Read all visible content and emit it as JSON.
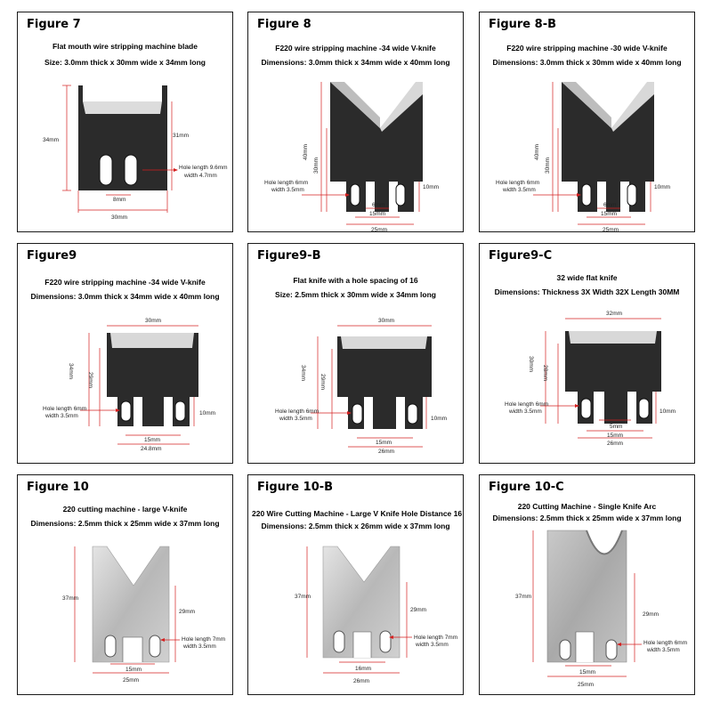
{
  "panels": [
    {
      "label": "Figure 7",
      "caption1": "Flat mouth wire stripping machine blade",
      "caption2": "Size: 3.0mm thick x 30mm wide x 34mm long",
      "dims": {
        "height": "34mm",
        "inner": "31mm",
        "holes": "Hole length 9.6mm",
        "holes2": "width 4.7mm",
        "spacing": "8mm",
        "width": "30mm"
      }
    },
    {
      "label": "Figure 8",
      "caption1": "F220 wire stripping machine -34 wide V-knife",
      "caption2": "Dimensions: 3.0mm thick x 34mm wide x 40mm long",
      "dims": {
        "height": "40mm",
        "inner": "30mm",
        "holes": "Hole length 6mm",
        "holes2": "width 3.5mm",
        "side": "10mm",
        "spacing": "6mm",
        "mid": "15mm",
        "width": "25mm"
      }
    },
    {
      "label": "Figure 8-B",
      "caption1": "F220 wire stripping machine -30 wide V-knife",
      "caption2": "Dimensions: 3.0mm thick x 30mm wide x 40mm long",
      "dims": {
        "height": "40mm",
        "inner": "30mm",
        "holes": "Hole length 6mm",
        "holes2": "width 3.5mm",
        "side": "10mm",
        "spacing": "6mm",
        "mid": "15mm",
        "width": "25mm"
      }
    },
    {
      "label": "Figure9",
      "caption1": "F220 wire stripping machine -34 wide V-knife",
      "caption2": "Dimensions: 3.0mm thick x 34mm wide x 40mm long",
      "dims": {
        "top": "30mm",
        "height": "34mm",
        "inner": "29mm",
        "holes": "Hole length 6mm",
        "holes2": "width 3.5mm",
        "side": "10mm",
        "mid": "15mm",
        "width": "24.8mm"
      }
    },
    {
      "label": "Figure9-B",
      "caption1": "Flat knife with a hole spacing of 16",
      "caption2": "Size: 2.5mm thick x 30mm wide x 34mm long",
      "dims": {
        "top": "30mm",
        "height": "34mm",
        "inner": "29mm",
        "holes": "Hole length 6mm",
        "holes2": "width 3.5mm",
        "side": "10mm",
        "mid": "15mm",
        "width": "26mm"
      }
    },
    {
      "label": "Figure9-C",
      "caption1": "32 wide flat knife",
      "caption2": "Dimensions: Thickness 3X Width 32X Length 30MM",
      "dims": {
        "top": "32mm",
        "height": "30mm",
        "inner": "28mm",
        "holes": "Hole length 6mm",
        "holes2": "width 3.5mm",
        "side": "10mm",
        "spacing": "5mm",
        "mid": "15mm",
        "width": "26mm"
      }
    },
    {
      "label": "Figure 10",
      "caption1": "220 cutting machine - large V-knife",
      "caption2": "Dimensions: 2.5mm thick x 25mm wide x 37mm long",
      "dims": {
        "height": "37mm",
        "inner": "29mm",
        "holes": "Hole length 7mm",
        "holes2": "width 3.5mm",
        "mid": "15mm",
        "width": "25mm"
      }
    },
    {
      "label": "Figure 10-B",
      "caption1": "220 Wire Cutting Machine - Large V Knife Hole Distance 16",
      "caption2": "Dimensions: 2.5mm thick x 26mm wide x 37mm long",
      "dims": {
        "height": "37mm",
        "inner": "29mm",
        "holes": "Hole length 7mm",
        "holes2": "width 3.5mm",
        "mid": "16mm",
        "width": "26mm"
      }
    },
    {
      "label": "Figure 10-C",
      "caption1": "220 Cutting Machine - Single Knife Arc",
      "caption2": "Dimensions: 2.5mm thick x 25mm wide x 37mm long",
      "dims": {
        "height": "37mm",
        "inner": "29mm",
        "holes": "Hole length 6mm",
        "holes2": "width 3.5mm",
        "mid": "15mm",
        "width": "25mm"
      }
    }
  ]
}
